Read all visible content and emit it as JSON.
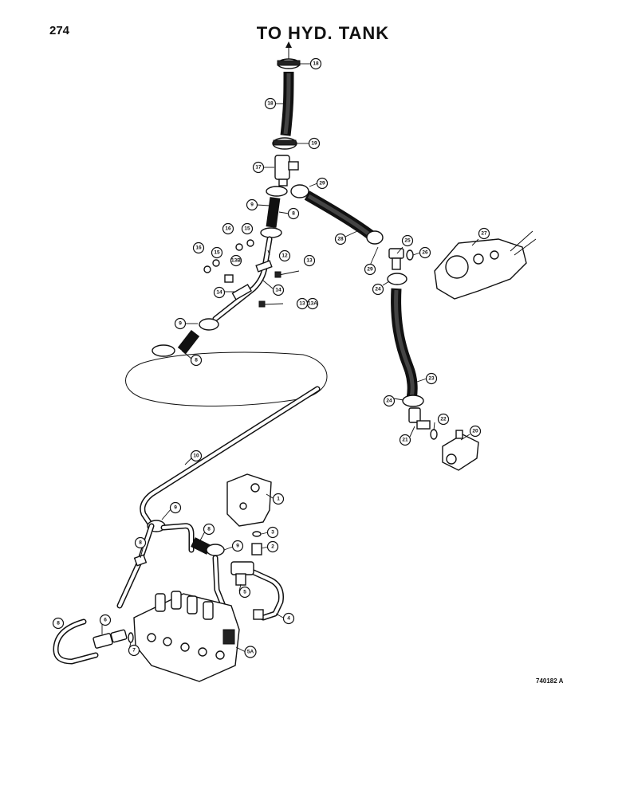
{
  "page_number": "274",
  "title": "TO HYD. TANK",
  "figure_ref": "740182 A",
  "callouts": [
    "1",
    "2",
    "3",
    "4",
    "5",
    "5A",
    "6",
    "7",
    "8",
    "9",
    "10",
    "11",
    "12",
    "13",
    "13A",
    "13B",
    "14",
    "15",
    "16",
    "17",
    "18",
    "19",
    "20",
    "21",
    "22",
    "23",
    "24",
    "25",
    "26",
    "27",
    "28",
    "29"
  ]
}
